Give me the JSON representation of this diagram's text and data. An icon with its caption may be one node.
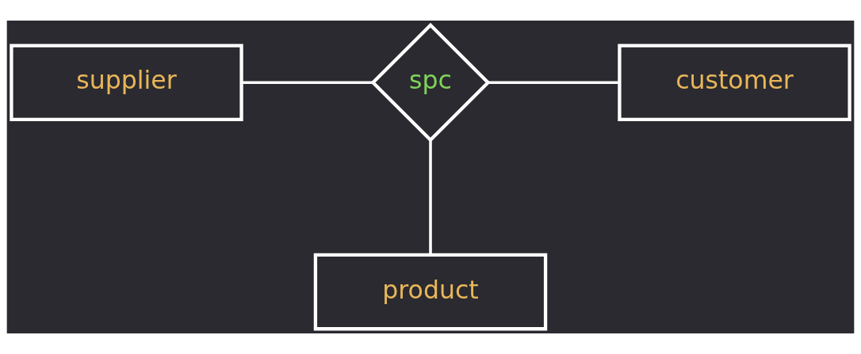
{
  "diagram": {
    "nodes": [
      {
        "text": [
          "supplier"
        ]
      },
      {
        "text": [
          "spc"
        ]
      },
      {
        "text": [
          "customer"
        ]
      },
      {
        "text": [
          "product"
        ]
      }
    ],
    "edges": [
      {
        "from": 0,
        "to": 1,
        "arrow": "none"
      },
      {
        "from": 1,
        "to": 2,
        "arrow": "none"
      },
      {
        "from": 1,
        "to": 3,
        "arrow": "none"
      }
    ]
  }
}
